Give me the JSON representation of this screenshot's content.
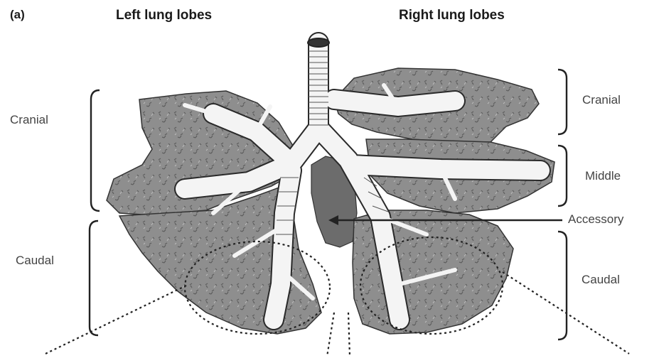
{
  "panel_label": "(a)",
  "headers": {
    "left": "Left lung lobes",
    "right": "Right lung lobes"
  },
  "left_lobes": {
    "cranial": "Cranial",
    "caudal": "Caudal"
  },
  "right_lobes": {
    "cranial": "Cranial",
    "middle": "Middle",
    "accessory": "Accessory",
    "caudal": "Caudal"
  },
  "colors": {
    "lobe_fill": "#8e8e8e",
    "lobe_dark": "#6c6c6c",
    "airway": "#f4f4f4",
    "ink": "#222222"
  }
}
